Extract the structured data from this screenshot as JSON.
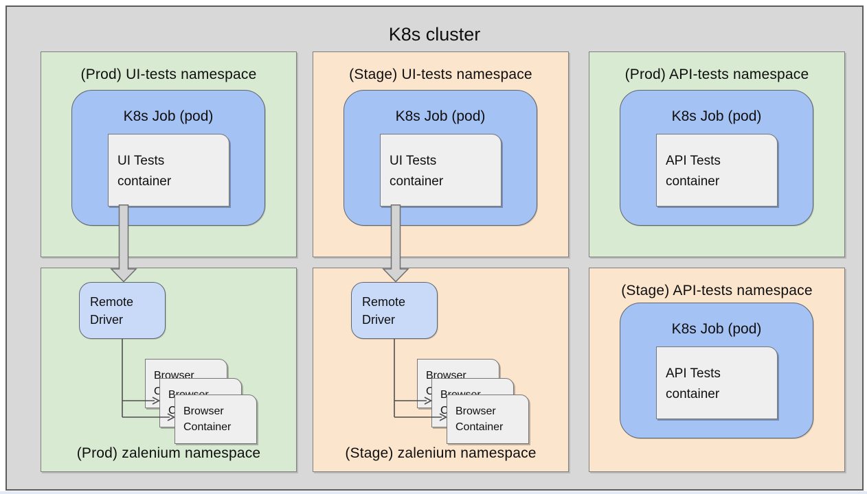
{
  "cluster": {
    "title": "K8s cluster"
  },
  "panels": {
    "prod_ui": {
      "title": "(Prod) UI-tests namespace",
      "job_title": "K8s Job (pod)",
      "container_label": "UI Tests container"
    },
    "stage_ui": {
      "title": "(Stage) UI-tests namespace",
      "job_title": "K8s Job (pod)",
      "container_label": "UI Tests container"
    },
    "prod_api": {
      "title": "(Prod) API-tests namespace",
      "job_title": "K8s Job (pod)",
      "container_label": "API Tests container"
    },
    "prod_zalenium": {
      "title": "(Prod) zalenium namespace",
      "remote_driver_label": "Remote Driver",
      "browser_label": "Browser Container",
      "browser_count": 3
    },
    "stage_zalenium": {
      "title": "(Stage) zalenium namespace",
      "remote_driver_label": "Remote Driver",
      "browser_label": "Browser Container",
      "browser_count": 3
    },
    "stage_api": {
      "title": "(Stage) API-tests namespace",
      "job_title": "K8s Job (pod)",
      "container_label": "API Tests container"
    }
  },
  "colors": {
    "prod_namespace_bg": "#d9ead3",
    "stage_namespace_bg": "#fce5cd",
    "k8s_job_bg": "#a4c2f4",
    "remote_driver_bg": "#c9daf8",
    "container_bg": "#efefef",
    "cluster_bg": "#d8d8d8"
  }
}
